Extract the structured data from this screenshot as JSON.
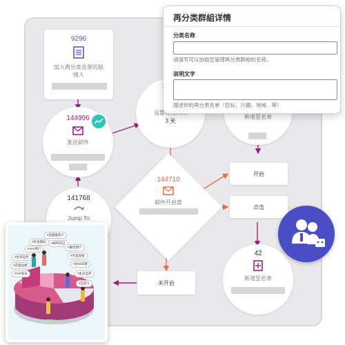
{
  "panel": {
    "title": "再分类群組详情",
    "name_label": "分类名称",
    "name_value": "",
    "name_hint": "请填写可以协助您管理再分类群組的名称。",
    "desc_label": "说明文字",
    "desc_value": "",
    "desc_hint": "描述你的再分类名单（目标、兴趣、地域…等）"
  },
  "flow": {
    "list_node": {
      "count": "9296",
      "label": "加入再分类名单的联络人"
    },
    "email_node": {
      "count": "144996",
      "label": "发送邮件"
    },
    "wait_node": {
      "count": "1",
      "label": "设置等待时间",
      "value": "3 天"
    },
    "new_node_top": {
      "label": "新增至名单"
    },
    "diamond_node": {
      "count": "144710",
      "label": "邮件开启度"
    },
    "opened_btn": "开启",
    "click_btn": "点击",
    "unopened_btn": "未开启",
    "jump_node": {
      "count": "141768",
      "label": "Jump To"
    },
    "new_node_bottom": {
      "count": "42",
      "label": "新增至名单"
    }
  },
  "illustration": {
    "tags": [
      "#加查联系人",
      "#年会期间",
      "#IOS用户",
      "#邮件开启",
      "#最佳用户",
      "#生日当月",
      "#点击连接",
      "#店铺业绩",
      "#近30日客",
      "#VIP会员",
      "#生日当月",
      "#自定义"
    ]
  },
  "colors": {
    "accent": "#a01e7a",
    "orange": "#ee6a3d",
    "purple": "#4a4ec4",
    "teal": "#2ec4b6"
  }
}
